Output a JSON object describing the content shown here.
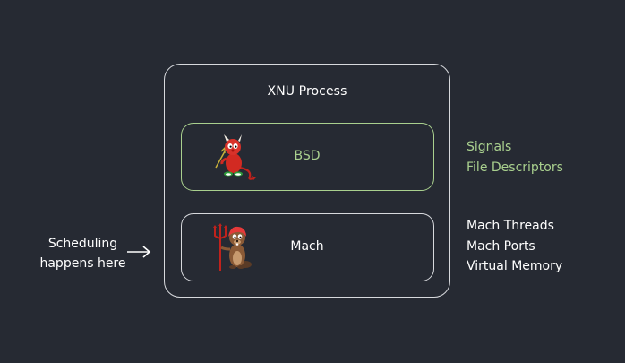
{
  "outer": {
    "title": "XNU Process"
  },
  "bsd": {
    "label": "BSD",
    "mascot_icon": "bsd-daemon-icon",
    "color": "#a9d08e",
    "features": [
      "Signals",
      "File Descriptors"
    ]
  },
  "mach": {
    "label": "Mach",
    "mascot_icon": "mach-beaver-icon",
    "features": [
      "Mach Threads",
      "Mach Ports",
      "Virtual Memory"
    ]
  },
  "scheduling": {
    "line1": "Scheduling",
    "line2": "happens here",
    "arrow_icon": "arrow-right-icon"
  },
  "colors": {
    "background": "#262a33",
    "accent": "#a9d08e",
    "border": "#d7d9dd",
    "text": "#ffffff"
  }
}
